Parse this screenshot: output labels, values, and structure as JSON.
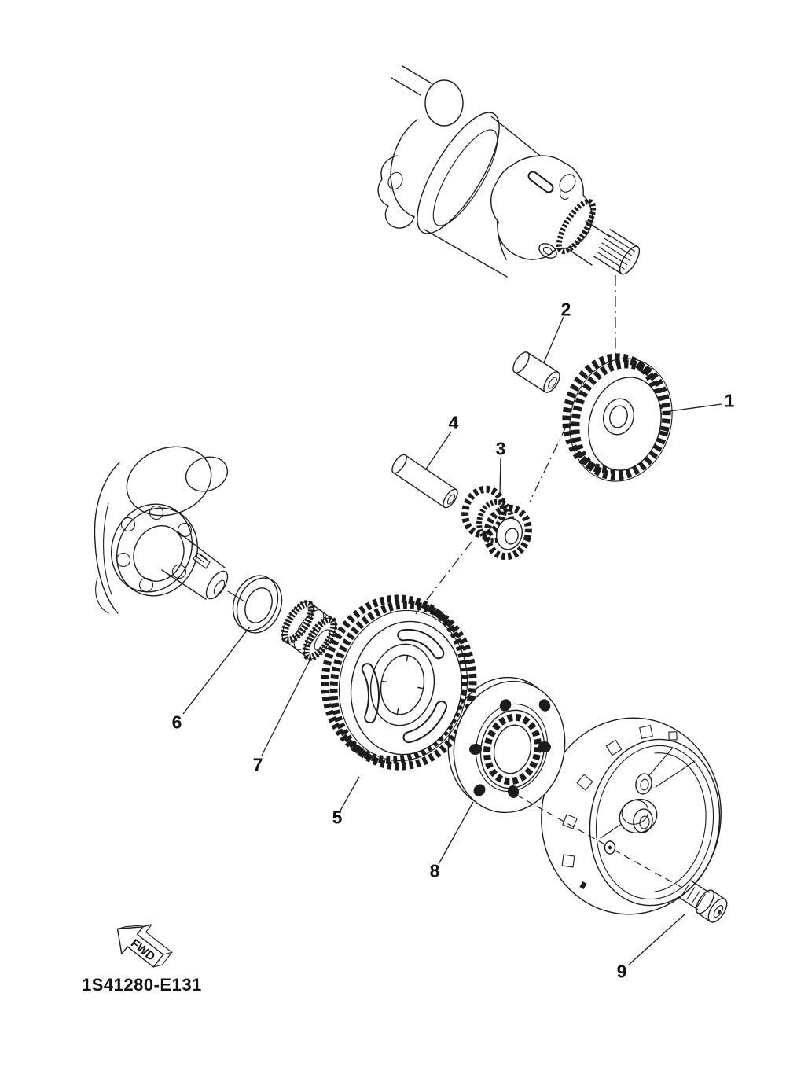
{
  "figure": {
    "code": "1S41280-E131",
    "fwd": "FWD"
  },
  "callouts": [
    {
      "label": "1"
    },
    {
      "label": "2"
    },
    {
      "label": "3"
    },
    {
      "label": "4"
    },
    {
      "label": "5"
    },
    {
      "label": "6"
    },
    {
      "label": "7"
    },
    {
      "label": "8"
    },
    {
      "label": "9"
    }
  ],
  "colors": {
    "ink": "#1c1c1c",
    "paper": "#ffffff"
  }
}
